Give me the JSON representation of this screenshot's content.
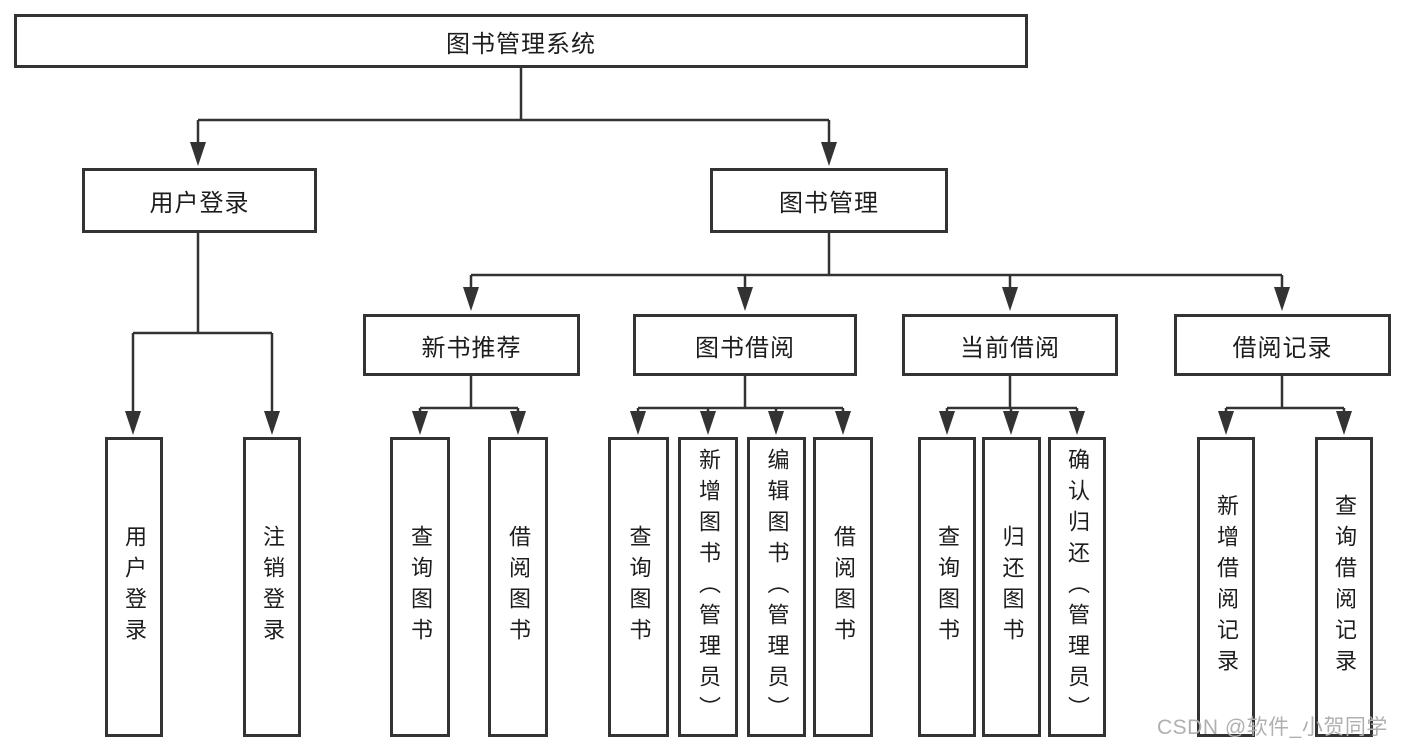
{
  "diagram": {
    "root": {
      "label": "图书管理系统"
    },
    "user_login": {
      "label": "用户登录",
      "children": [
        {
          "label": "用户登录"
        },
        {
          "label": "注销登录"
        }
      ]
    },
    "book_mgmt": {
      "label": "图书管理",
      "sections": [
        {
          "label": "新书推荐",
          "children": [
            {
              "label": "查询图书"
            },
            {
              "label": "借阅图书"
            }
          ]
        },
        {
          "label": "图书借阅",
          "children": [
            {
              "label": "查询图书"
            },
            {
              "label": "新增图书（管理员）"
            },
            {
              "label": "编辑图书（管理员）"
            },
            {
              "label": "借阅图书"
            }
          ]
        },
        {
          "label": "当前借阅",
          "children": [
            {
              "label": "查询图书"
            },
            {
              "label": "归还图书"
            },
            {
              "label": "确认归还（管理员）"
            }
          ]
        },
        {
          "label": "借阅记录",
          "children": [
            {
              "label": "新增借阅记录"
            },
            {
              "label": "查询借阅记录"
            }
          ]
        }
      ]
    }
  },
  "watermark": {
    "text": "CSDN @软件_小贺同学"
  },
  "colors": {
    "line": "#333333",
    "box_border": "#333333",
    "text": "#1d1d1d",
    "background": "#ffffff",
    "watermark": "#b0b0b0"
  }
}
